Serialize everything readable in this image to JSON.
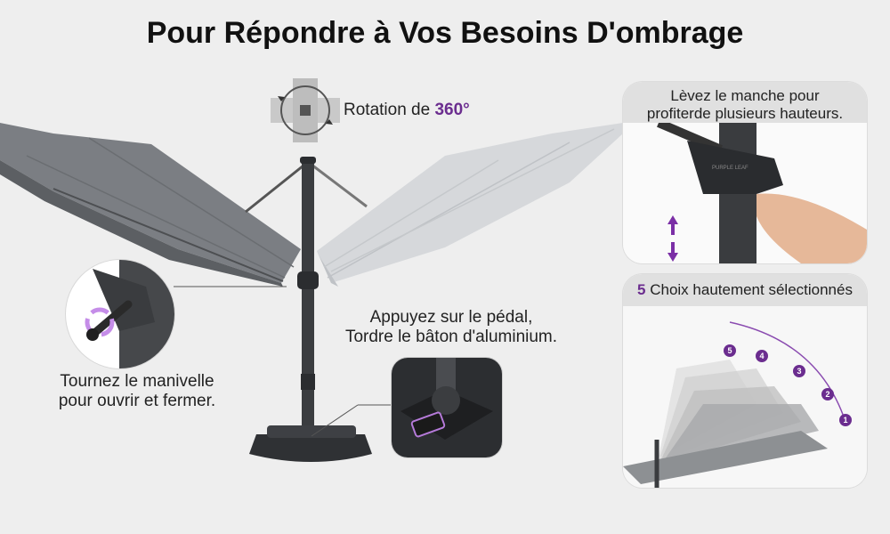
{
  "title": "Pour Répondre à Vos Besoins D'ombrage",
  "rotation": {
    "prefix": "Rotation de",
    "value": "360°"
  },
  "crank": {
    "line1": "Tournez le manivelle",
    "line2": "pour ouvrir et fermer."
  },
  "pedal": {
    "line1": "Appuyez sur le pédal,",
    "line2": "Tordre le bâton d'aluminium."
  },
  "handle_card": {
    "line1": "Lèvez le manche pour",
    "line2": "profiterde plusieurs hauteurs.",
    "brand": "PURPLE LEAF"
  },
  "tilt_card": {
    "count": "5",
    "label": "Choix hautement sélectionnés",
    "positions": [
      "5",
      "4",
      "3",
      "2",
      "1"
    ]
  },
  "colors": {
    "accent": "#6b2d8f",
    "canopy_dark": "#7b7e83",
    "canopy_light": "#d6d8db",
    "pole": "#3b3d40"
  }
}
